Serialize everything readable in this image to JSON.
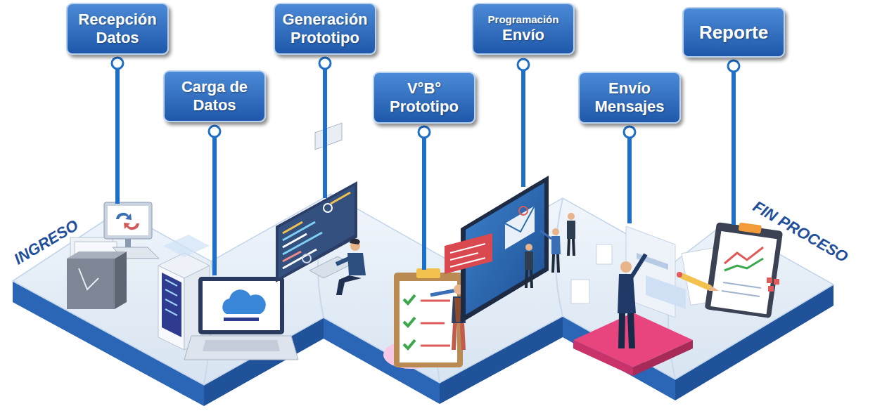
{
  "diagram": {
    "nodes": [
      {
        "text": [
          "Recepción Datos"
        ]
      },
      {
        "text": [
          "Carga de Datos"
        ]
      },
      {
        "text": [
          "Generación Prototipo"
        ]
      },
      {
        "text": [
          "V°B° Prototipo"
        ]
      },
      {
        "text": [
          "Programación",
          "Envío"
        ]
      },
      {
        "text": [
          "Envío Mensajes"
        ]
      },
      {
        "text": [
          "Reporte"
        ]
      }
    ],
    "labels": [
      "INGRESO",
      "FIN PROCESO"
    ]
  }
}
